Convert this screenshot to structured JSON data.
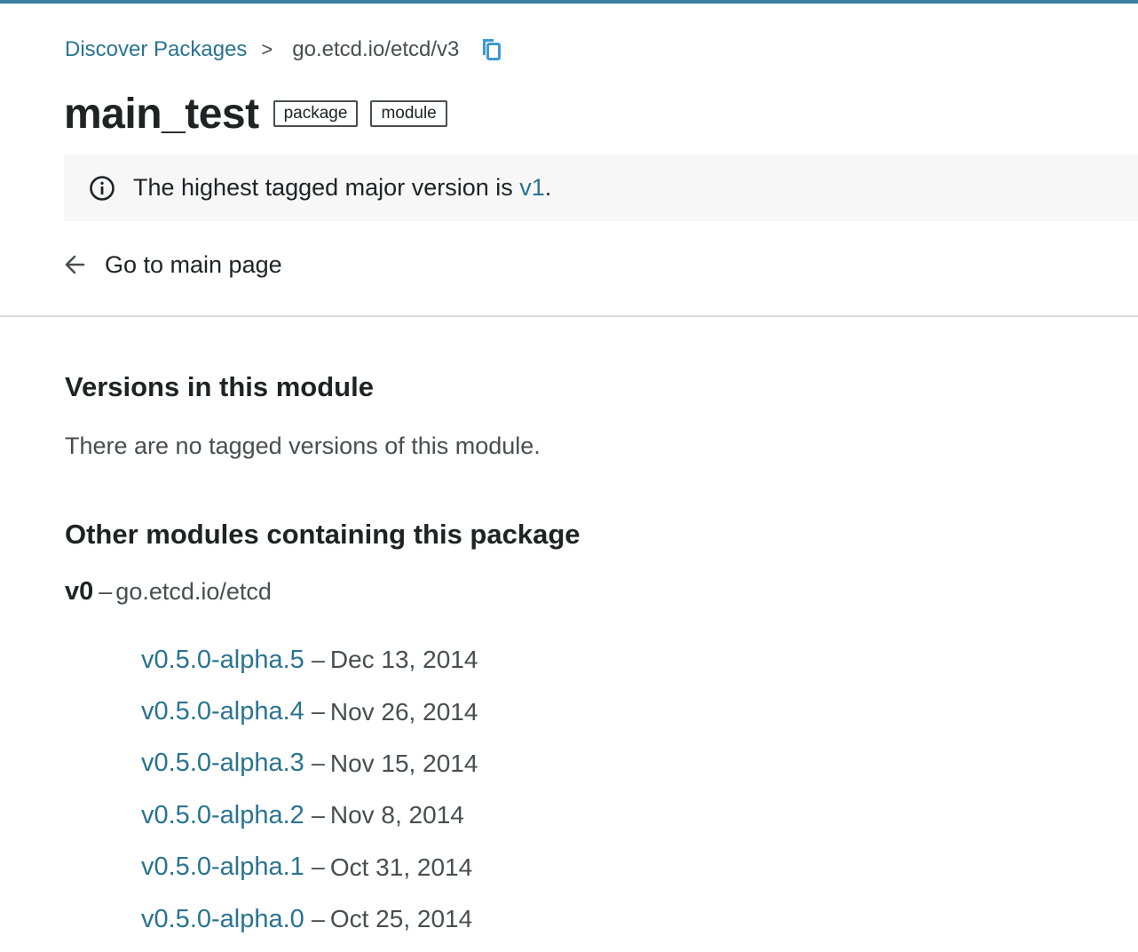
{
  "colors": {
    "accent": "#3b7ea1",
    "link": "#2a7391",
    "text": "#202224",
    "muted": "#4a4d50",
    "notice_bg": "#f7f7f7"
  },
  "breadcrumb": {
    "root_label": "Discover Packages",
    "separator": ">",
    "current": "go.etcd.io/etcd/v3",
    "copy_icon": "copy-icon"
  },
  "header": {
    "title": "main_test",
    "badges": [
      "package",
      "module"
    ]
  },
  "notice": {
    "icon": "info-icon",
    "text": "The highest tagged major version is ",
    "link_label": "v1",
    "suffix": "."
  },
  "back": {
    "icon": "arrow-left-icon",
    "label": "Go to main page"
  },
  "versions_section": {
    "heading": "Versions in this module",
    "empty_message": "There are no tagged versions of this module."
  },
  "other_modules": {
    "heading": "Other modules containing this package",
    "major": "v0",
    "separator": "–",
    "module_path": "go.etcd.io/etcd",
    "versions": [
      {
        "version": "v0.5.0-alpha.5",
        "separator": "–",
        "date": "Dec 13, 2014"
      },
      {
        "version": "v0.5.0-alpha.4",
        "separator": "–",
        "date": "Nov 26, 2014"
      },
      {
        "version": "v0.5.0-alpha.3",
        "separator": "–",
        "date": "Nov 15, 2014"
      },
      {
        "version": "v0.5.0-alpha.2",
        "separator": "–",
        "date": "Nov 8, 2014"
      },
      {
        "version": "v0.5.0-alpha.1",
        "separator": "–",
        "date": "Oct 31, 2014"
      },
      {
        "version": "v0.5.0-alpha.0",
        "separator": "–",
        "date": "Oct 25, 2014"
      }
    ]
  }
}
